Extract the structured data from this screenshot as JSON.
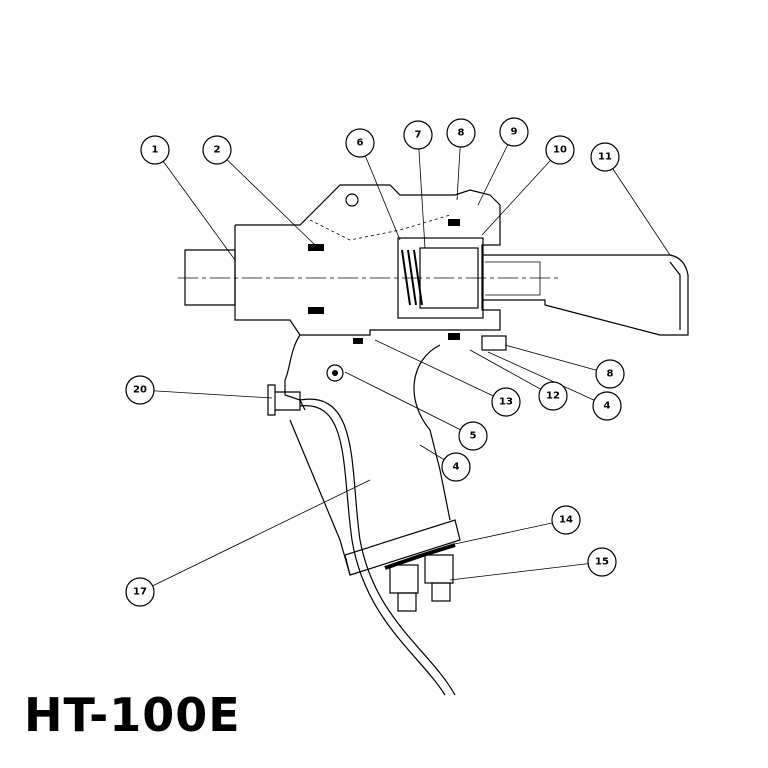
{
  "title": "HT-100E",
  "callouts": [
    "1",
    "2",
    "6",
    "7",
    "8",
    "9",
    "10",
    "11",
    "8",
    "4",
    "12",
    "13",
    "5",
    "4",
    "20",
    "17",
    "14",
    "15"
  ]
}
